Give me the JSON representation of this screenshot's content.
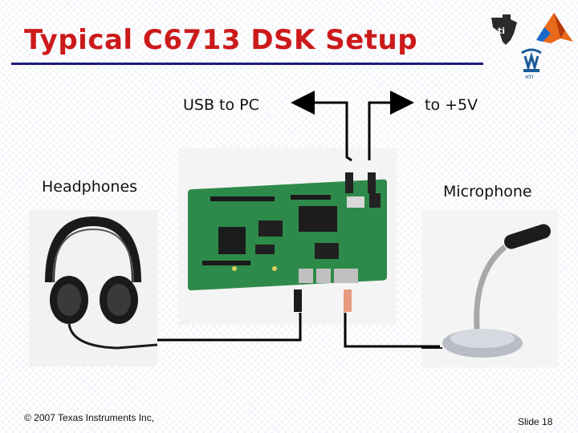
{
  "slide": {
    "title": "Typical C6713 DSK Setup",
    "copyright": "© 2007 Texas Instruments Inc,",
    "slide_number": "Slide 18"
  },
  "labels": {
    "usb": "USB to PC",
    "power": "to +5V",
    "headphones": "Headphones",
    "microphone": "Microphone"
  },
  "logos": [
    "texas-instruments-logo",
    "matlab-logo",
    "tel-aviv-university-logo"
  ],
  "colors": {
    "title": "#cc1a1a",
    "rule": "#1b1b7a",
    "board": "#2e8a4a",
    "headphones_jack": "#1a1a1a",
    "microphone_jack": "#e89a80"
  }
}
